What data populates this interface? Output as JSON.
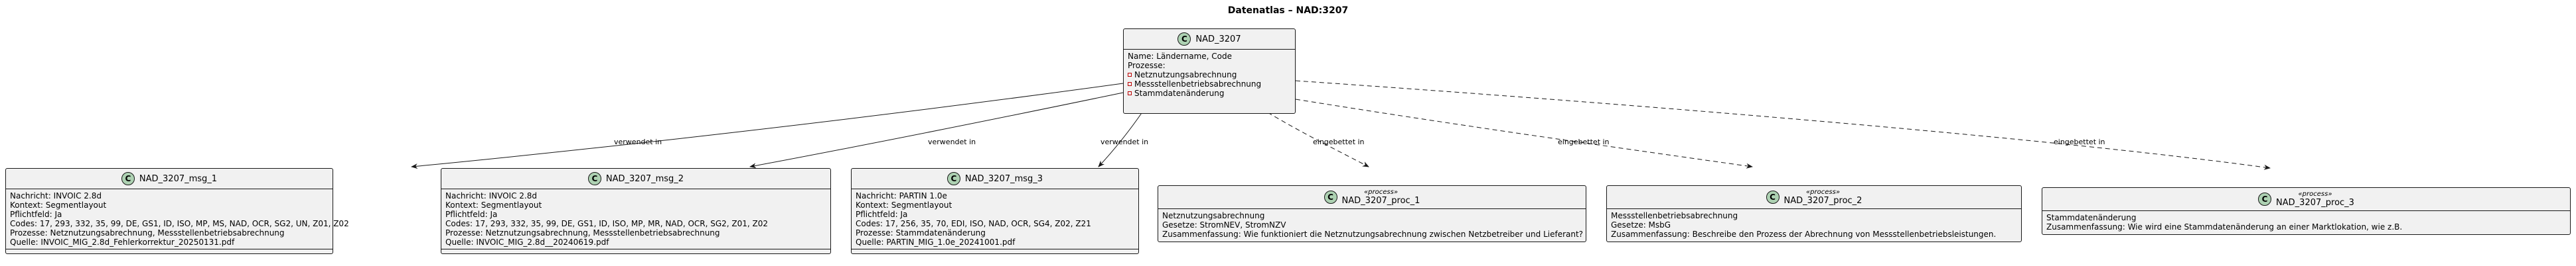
{
  "diagram": {
    "title": "Datenatlas – NAD:3207",
    "class_marker": "C",
    "main_node": {
      "name": "NAD_3207",
      "lines": [
        "Name: Ländername, Code",
        "Prozesse:"
      ],
      "process_items": [
        "Netznutzungsabrechnung",
        "Messstellenbetriebsabrechnung",
        "Stammdatenänderung"
      ]
    },
    "message_nodes": [
      {
        "name": "NAD_3207_msg_1",
        "lines": [
          "Nachricht: INVOIC 2.8d",
          "Kontext: Segmentlayout",
          "Pflichtfeld: Ja",
          "Codes: 17, 293, 332, 35, 99, DE, GS1, ID, ISO, MP, MS, NAD, OCR, SG2, UN, Z01, Z02",
          "Prozesse: Netznutzungsabrechnung, Messstellenbetriebsabrechnung",
          "Quelle: INVOIC_MIG_2.8d_Fehlerkorrektur_20250131.pdf"
        ]
      },
      {
        "name": "NAD_3207_msg_2",
        "lines": [
          "Nachricht: INVOIC 2.8d",
          "Kontext: Segmentlayout",
          "Pflichtfeld: Ja",
          "Codes: 17, 293, 332, 35, 99, DE, GS1, ID, ISO, MP, MR, NAD, OCR, SG2, Z01, Z02",
          "Prozesse: Netznutzungsabrechnung, Messstellenbetriebsabrechnung",
          "Quelle: INVOIC_MIG_2.8d__20240619.pdf"
        ]
      },
      {
        "name": "NAD_3207_msg_3",
        "lines": [
          "Nachricht: PARTIN 1.0e",
          "Kontext: Segmentlayout",
          "Pflichtfeld: Ja",
          "Codes: 17, 256, 35, 70, EDI, ISO, NAD, OCR, SG4, Z02, Z21",
          "Prozesse: Stammdatenänderung",
          "Quelle: PARTIN_MIG_1.0e_20241001.pdf"
        ]
      }
    ],
    "process_nodes": [
      {
        "stereotype": "«process»",
        "name": "NAD_3207_proc_1",
        "lines": [
          "Netznutzungsabrechnung",
          "Gesetze: StromNEV, StromNZV",
          "Zusammenfassung: Wie funktioniert die Netznutzungsabrechnung zwischen Netzbetreiber und Lieferant?"
        ]
      },
      {
        "stereotype": "«process»",
        "name": "NAD_3207_proc_2",
        "lines": [
          "Messstellenbetriebsabrechnung",
          "Gesetze: MsbG",
          "Zusammenfassung: Beschreibe den Prozess der Abrechnung von Messstellenbetriebsleistungen."
        ]
      },
      {
        "stereotype": "«process»",
        "name": "NAD_3207_proc_3",
        "lines": [
          "Stammdatenänderung",
          "Zusammenfassung: Wie wird eine Stammdatenänderung an einer Marktlokation, wie z.B."
        ]
      }
    ],
    "edge_labels": {
      "uses": "verwendet in",
      "embedded": "eingebettet in"
    }
  }
}
